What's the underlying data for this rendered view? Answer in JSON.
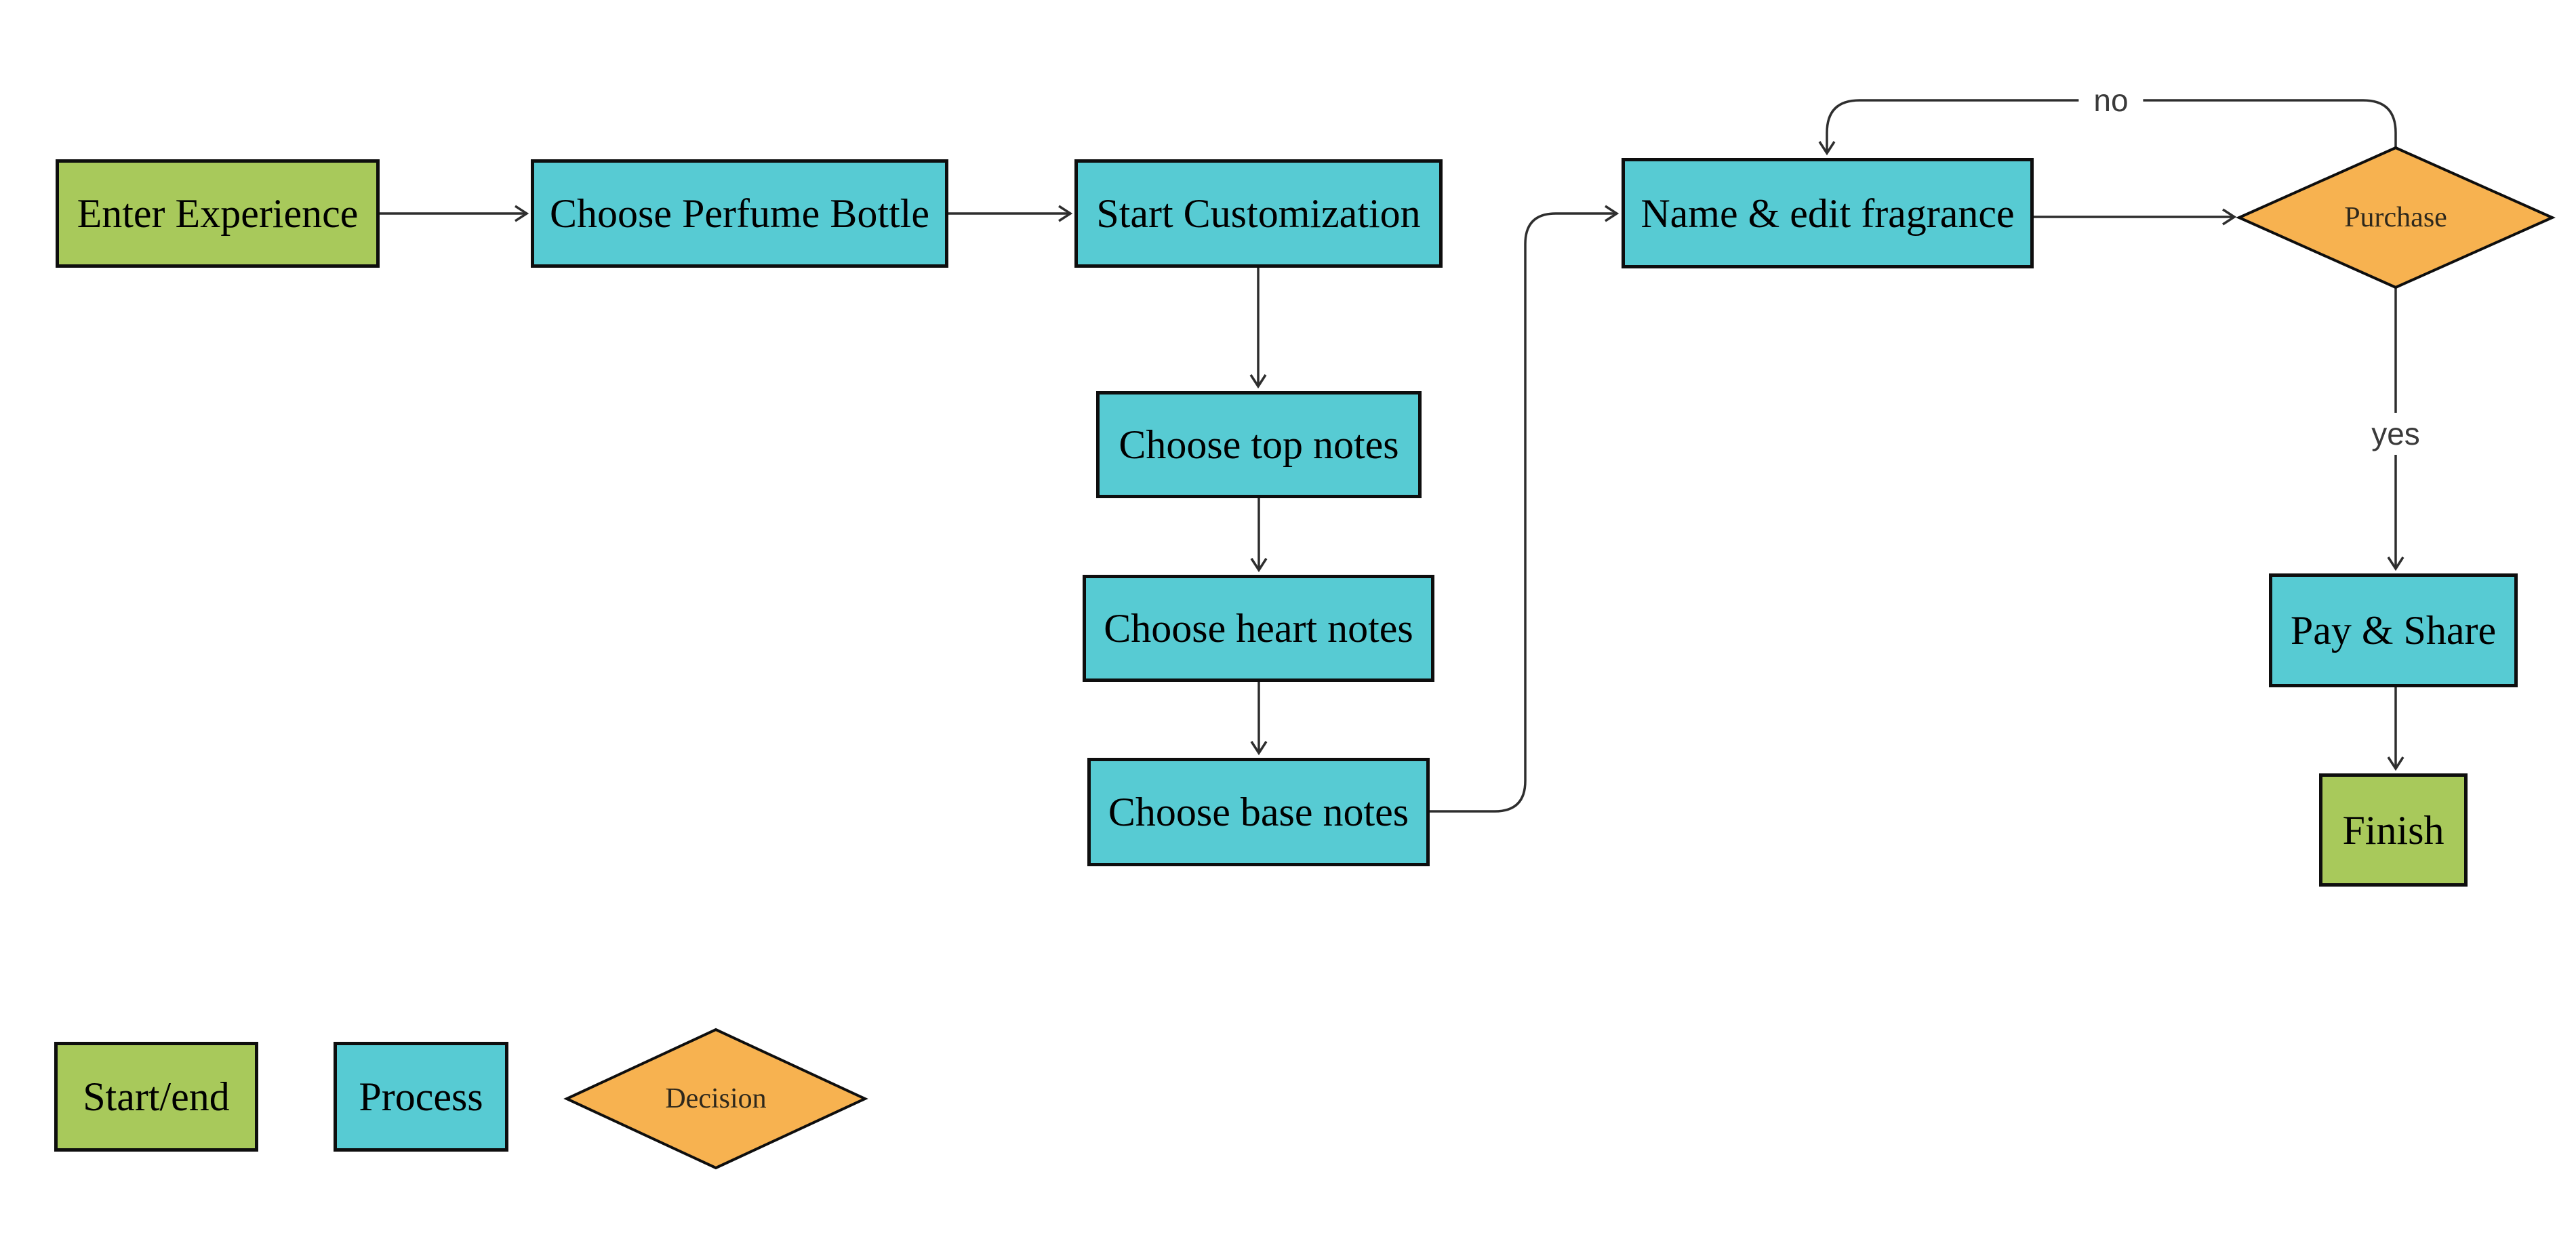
{
  "diagram_title": "",
  "colors": {
    "start_end_fill": "#a8c95b",
    "process_fill": "#57cbd3",
    "decision_fill": "#f7b250",
    "shape_border": "#0e0e0e",
    "edge_line": "#2e2e2e",
    "node_text": "#000000",
    "edge_label_text": "#3a3a3a",
    "background": "#ffffff"
  },
  "nodes": {
    "enter": {
      "type": "start_end",
      "label": "Enter Experience"
    },
    "bottle": {
      "type": "process",
      "label": "Choose Perfume Bottle"
    },
    "start_customization": {
      "type": "process",
      "label": "Start Customization"
    },
    "top_notes": {
      "type": "process",
      "label": "Choose top notes"
    },
    "heart_notes": {
      "type": "process",
      "label": "Choose heart notes"
    },
    "base_notes": {
      "type": "process",
      "label": "Choose base notes"
    },
    "name_edit": {
      "type": "process",
      "label": "Name & edit fragrance"
    },
    "purchase": {
      "type": "decision",
      "label": "Purchase"
    },
    "pay_share": {
      "type": "process",
      "label": "Pay & Share"
    },
    "finish": {
      "type": "start_end",
      "label": "Finish"
    }
  },
  "edge_labels": {
    "no": "no",
    "yes": "yes"
  },
  "legend": {
    "start_end": "Start/end",
    "process": "Process",
    "decision": "Decision"
  }
}
